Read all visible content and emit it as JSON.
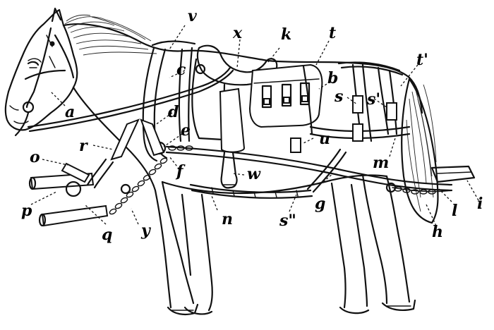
{
  "labels": {
    "a": "a",
    "b": "b",
    "c": "c",
    "d": "d",
    "e": "e",
    "f": "f",
    "g": "g",
    "h": "h",
    "i": "i",
    "k": "k",
    "l": "l",
    "m": "m",
    "n": "n",
    "o": "o",
    "p": "p",
    "q": "q",
    "r": "r",
    "s": "s",
    "s1": "s'",
    "s2": "s\"",
    "t": "t",
    "t1": "t'",
    "u": "u",
    "v": "v",
    "w": "w",
    "x": "x",
    "y": "y"
  }
}
